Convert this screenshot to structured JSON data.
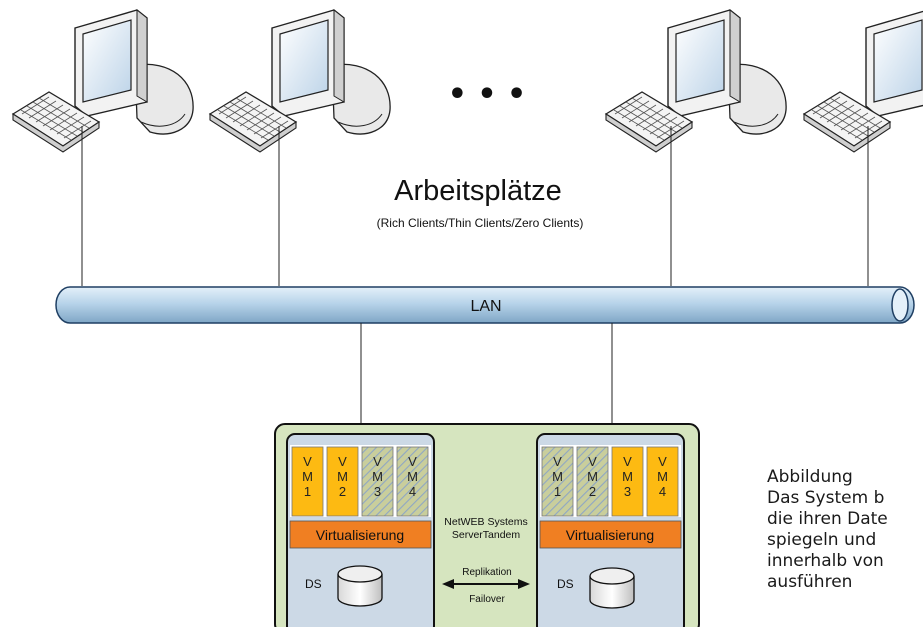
{
  "diagram": {
    "title": "Arbeitsplätze",
    "subtitle": "(Rich Clients/Thin Clients/Zero Clients)",
    "network_label": "LAN",
    "ellipsis": "• • •",
    "cluster_label": [
      "NetWEB Systems",
      "ServerTandem"
    ],
    "virtualization_label": "Virtualisierung",
    "datastore_label": "DS",
    "replication_label": "Replikation",
    "failover_label": "Failover",
    "vm_letters": [
      "V",
      "M"
    ],
    "server_left_vms": [
      {
        "number": "1",
        "style": "active"
      },
      {
        "number": "2",
        "style": "active"
      },
      {
        "number": "3",
        "style": "standby"
      },
      {
        "number": "4",
        "style": "standby"
      }
    ],
    "server_right_vms": [
      {
        "number": "1",
        "style": "standby"
      },
      {
        "number": "2",
        "style": "standby"
      },
      {
        "number": "3",
        "style": "active"
      },
      {
        "number": "4",
        "style": "active"
      }
    ],
    "colors": {
      "vm_active": "#FDBA12",
      "vm_standby": "#C9CE9C",
      "virtualization": "#F07F22",
      "server_bg": "#CCD9E6",
      "cluster_bg": "#D6E5BF",
      "lan": "#B8D4EA"
    }
  },
  "caption": {
    "lines": [
      "Abbildung",
      "Das System b",
      "die ihren Date",
      "spiegeln und",
      "innerhalb von",
      "ausführen"
    ]
  }
}
